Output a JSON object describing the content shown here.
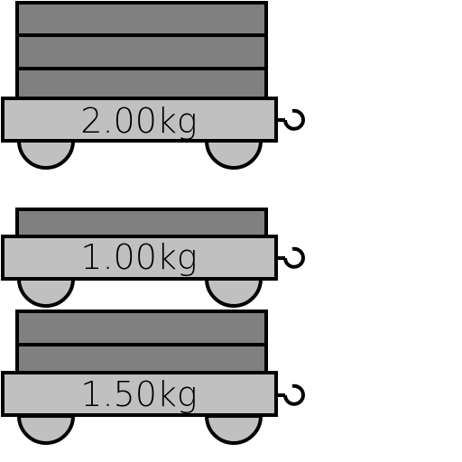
{
  "colors": {
    "background": "#ffffff",
    "block_fill": "#808080",
    "base_fill": "#c0c0c0",
    "wheel_fill": "#c0c0c0",
    "stroke": "#000000",
    "label": "#000000"
  },
  "carts": [
    {
      "mass_label": "2.00kg",
      "mass_kg": 2.0,
      "block_count": 3,
      "coupling_icon": "hook-icon"
    },
    {
      "mass_label": "1.00kg",
      "mass_kg": 1.0,
      "block_count": 1,
      "coupling_icon": "hook-icon"
    },
    {
      "mass_label": "1.50kg",
      "mass_kg": 1.5,
      "block_count": 2,
      "coupling_icon": "hook-icon"
    }
  ]
}
